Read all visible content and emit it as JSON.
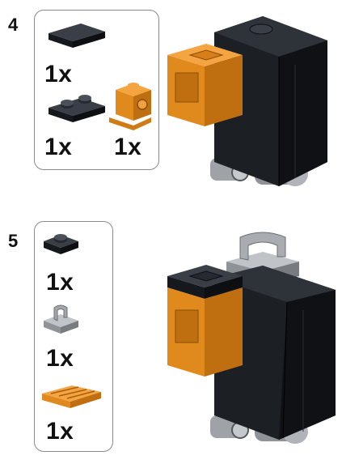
{
  "steps": [
    {
      "number": "4",
      "parts": [
        {
          "name": "black tile 1x2",
          "quantity": "1x"
        },
        {
          "name": "black plate 1x2",
          "quantity": "1x"
        },
        {
          "name": "orange bracket 1x1 with stud",
          "quantity": "1x"
        }
      ]
    },
    {
      "number": "5",
      "parts": [
        {
          "name": "black plate 1x1",
          "quantity": "1x"
        },
        {
          "name": "light gray clip plate 1x1",
          "quantity": "1x"
        },
        {
          "name": "orange grille tile 1x2",
          "quantity": "1x"
        }
      ]
    }
  ],
  "colors": {
    "black_brick": "#1c1f24",
    "orange_brick": "#e08a1e",
    "gray_brick": "#a3a6aa",
    "frame": "#8a8a8a"
  }
}
